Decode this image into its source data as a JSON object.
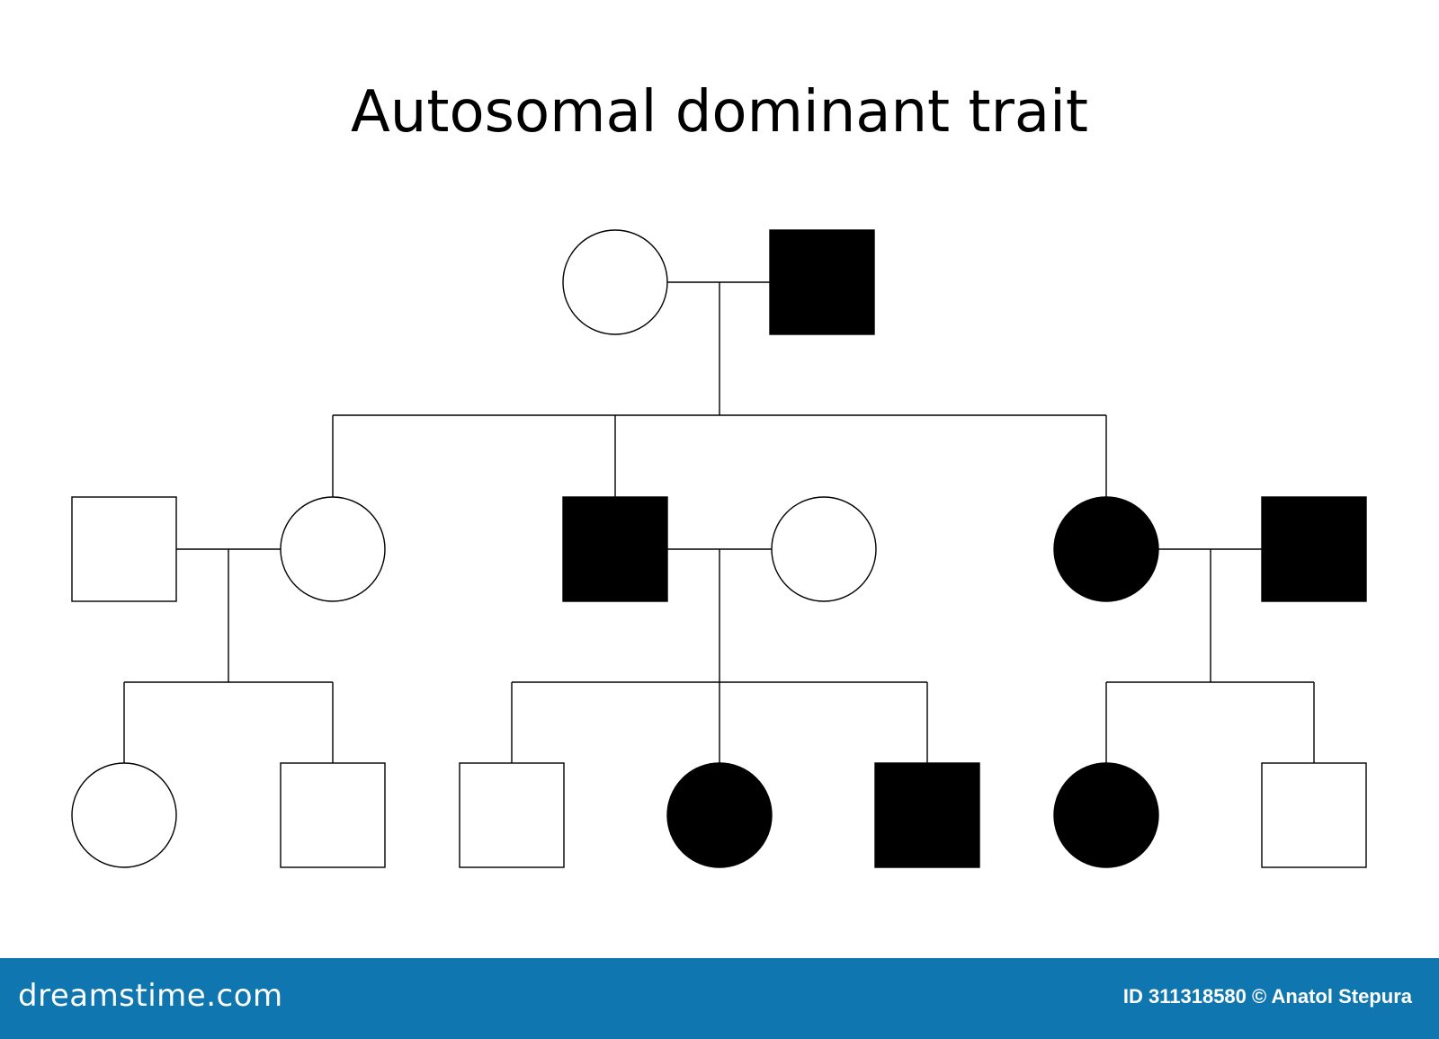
{
  "title": "Autosomal dominant trait",
  "colors": {
    "affected": "#000000",
    "unaffected": "#ffffff",
    "line": "#000000",
    "footer": "#0f76b0"
  },
  "generations": [
    {
      "individuals": [
        {
          "id": "g1-mother",
          "sex": "female",
          "affected": false
        },
        {
          "id": "g1-father",
          "sex": "male",
          "affected": true
        }
      ]
    },
    {
      "individuals": [
        {
          "id": "g2-spouse-a",
          "sex": "male",
          "affected": false
        },
        {
          "id": "g2-daughter-a",
          "sex": "female",
          "affected": false
        },
        {
          "id": "g2-son-b",
          "sex": "male",
          "affected": true
        },
        {
          "id": "g2-spouse-b",
          "sex": "female",
          "affected": false
        },
        {
          "id": "g2-daughter-c",
          "sex": "female",
          "affected": true
        },
        {
          "id": "g2-spouse-c",
          "sex": "male",
          "affected": true
        }
      ]
    },
    {
      "individuals": [
        {
          "id": "g3-a1",
          "sex": "female",
          "affected": false
        },
        {
          "id": "g3-a2",
          "sex": "male",
          "affected": false
        },
        {
          "id": "g3-b1",
          "sex": "male",
          "affected": false
        },
        {
          "id": "g3-b2",
          "sex": "female",
          "affected": true
        },
        {
          "id": "g3-b3",
          "sex": "male",
          "affected": true
        },
        {
          "id": "g3-c1",
          "sex": "female",
          "affected": true
        },
        {
          "id": "g3-c2",
          "sex": "male",
          "affected": false
        }
      ]
    }
  ],
  "footer": {
    "brand": "dreamstime.com",
    "credit": "ID 311318580 © Anatol Stepura"
  }
}
